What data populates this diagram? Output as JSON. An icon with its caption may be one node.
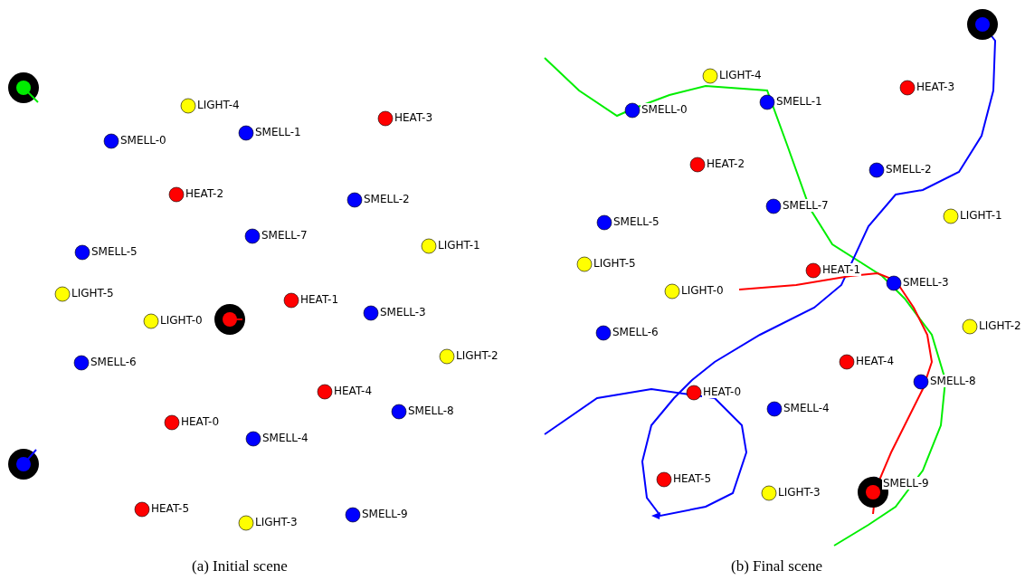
{
  "diagram": {
    "labels": [
      "LIGHT-4",
      "SMELL-0",
      "SMELL-1",
      "HEAT-3",
      "HEAT-2",
      "SMELL-2",
      "SMELL-7",
      "SMELL-5",
      "LIGHT-1",
      "LIGHT-5",
      "HEAT-1",
      "LIGHT-0",
      "SMELL-3",
      "LIGHT-2",
      "SMELL-6",
      "HEAT-4",
      "SMELL-8",
      "HEAT-0",
      "SMELL-4",
      "HEAT-5",
      "LIGHT-3",
      "SMELL-9",
      "(a) Initial scene",
      "LIGHT-4",
      "SMELL-0",
      "SMELL-1",
      "HEAT-3",
      "HEAT-2",
      "SMELL-2",
      "SMELL-7",
      "LIGHT-1",
      "SMELL-5",
      "LIGHT-5",
      "HEAT-1",
      "SMELL-3",
      "LIGHT-0",
      "LIGHT-2",
      "SMELL-6",
      "HEAT-4",
      "SMELL-8",
      "HEAT-0",
      "SMELL-4",
      "HEAT-5",
      "LIGHT-3",
      "SMELL-9",
      "(b) Final scene"
    ]
  }
}
